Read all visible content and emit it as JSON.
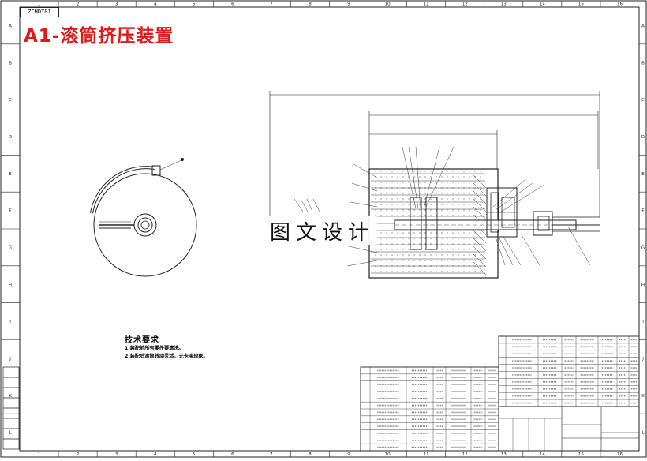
{
  "drawing": {
    "code": "ZCHDT01",
    "title": "A1-滚筒挤压装置",
    "watermark": "图文设计",
    "notes_title": "技术要求",
    "notes": [
      "1.装配前所有零件要清洗。",
      "2.装配后滚筒转动灵活，无卡滞现象。"
    ],
    "colors": {
      "title": "#e0191b",
      "line": "#222222",
      "watermark": "#111111"
    },
    "border_cols": [
      "1",
      "2",
      "3",
      "4",
      "5",
      "6",
      "7",
      "8",
      "9",
      "10",
      "11",
      "12",
      "13",
      "14",
      "15",
      "16"
    ],
    "border_rows": [
      "A",
      "B",
      "C",
      "D",
      "E",
      "F",
      "G",
      "H",
      "I",
      "J",
      "K",
      "L"
    ]
  }
}
